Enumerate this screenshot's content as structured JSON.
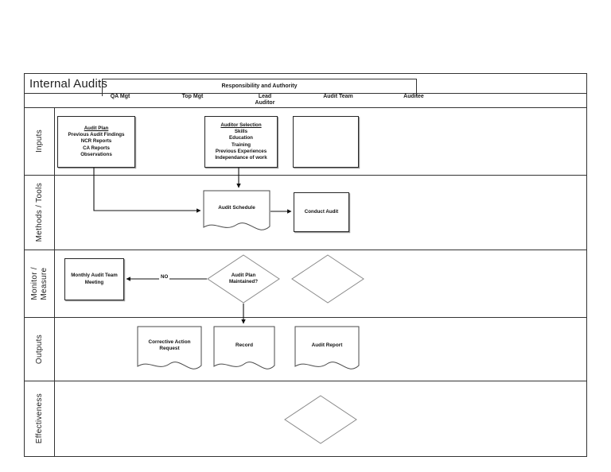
{
  "diagram": {
    "title": "Internal Audits",
    "responsibility_header": "Responsibility and Authority",
    "columns": [
      {
        "label": "QA Mgt"
      },
      {
        "label": "Top Mgt"
      },
      {
        "label": "Lead\nAuditor"
      },
      {
        "label": "Audit Team"
      },
      {
        "label": "Auditee"
      }
    ],
    "rows": [
      {
        "label": "Inputs"
      },
      {
        "label": "Methods / Tools"
      },
      {
        "label": "Monitor /\nMeasure"
      },
      {
        "label": "Outputs"
      },
      {
        "label": "Effectiveness"
      }
    ],
    "shapes": {
      "audit_plan": {
        "header": "Audit Plan",
        "lines": [
          "Previous Audit Findings",
          "NCR Reports",
          "CA Reports",
          "Observations"
        ]
      },
      "auditor_selection": {
        "header": "Auditor Selection",
        "lines": [
          "Skills",
          "Education",
          "Training",
          "Previous Experiences",
          "Independance of work"
        ]
      },
      "inputs_empty_box": {
        "label": ""
      },
      "audit_schedule": {
        "label": "Audit Schedule"
      },
      "conduct_audit": {
        "label": "Conduct Audit"
      },
      "monthly_meeting": {
        "label": "Monthly Audit Team\nMeeting"
      },
      "audit_plan_maintained": {
        "label": "Audit Plan\nMaintained?"
      },
      "monitor_empty_diamond": {
        "label": ""
      },
      "corrective_action_request": {
        "label": "Corrective Action\nRequest"
      },
      "record": {
        "label": "Record"
      },
      "audit_report": {
        "label": "Audit Report"
      },
      "effectiveness_empty_diamond": {
        "label": ""
      }
    },
    "edges": [
      {
        "label": "NO"
      }
    ],
    "colors": {
      "line": "#333333",
      "shape_stroke": "#262626",
      "shadow": "#9a9a9a",
      "text": "#111111",
      "background": "#ffffff"
    }
  }
}
